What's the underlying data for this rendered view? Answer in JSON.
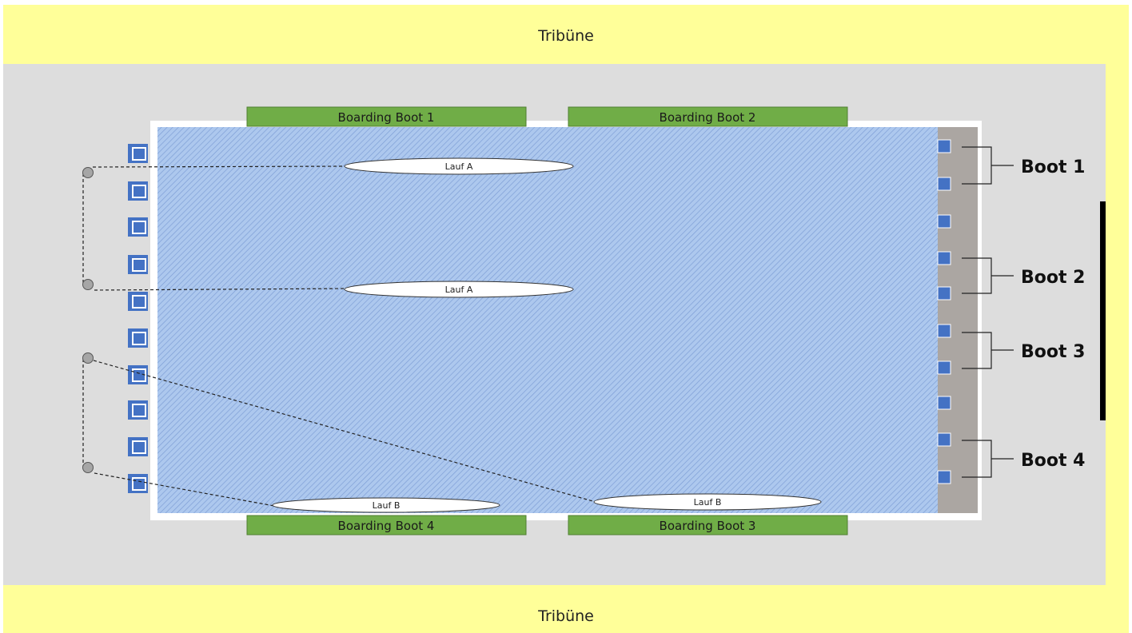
{
  "stands": {
    "top": "Tribüne",
    "bottom": "Tribüne"
  },
  "boarding": {
    "top_left": "Boarding Boot 1",
    "top_right": "Boarding Boot 2",
    "bottom_left": "Boarding Boot 4",
    "bottom_right": "Boarding Boot 3"
  },
  "lanes": {
    "a1": "Lauf A",
    "a2": "Lauf A",
    "b1": "Lauf B",
    "b2": "Lauf B"
  },
  "boats": {
    "boot1": "Boot 1",
    "boot2": "Boot 2",
    "boot3": "Boot 3",
    "boot4": "Boot 4"
  },
  "colors": {
    "stand": "#ffff99",
    "ground": "#dddddd",
    "water": "#a8c4ec",
    "boarding": "#70ad47",
    "marker": "#4472c4",
    "dock": "#aba6a2"
  }
}
